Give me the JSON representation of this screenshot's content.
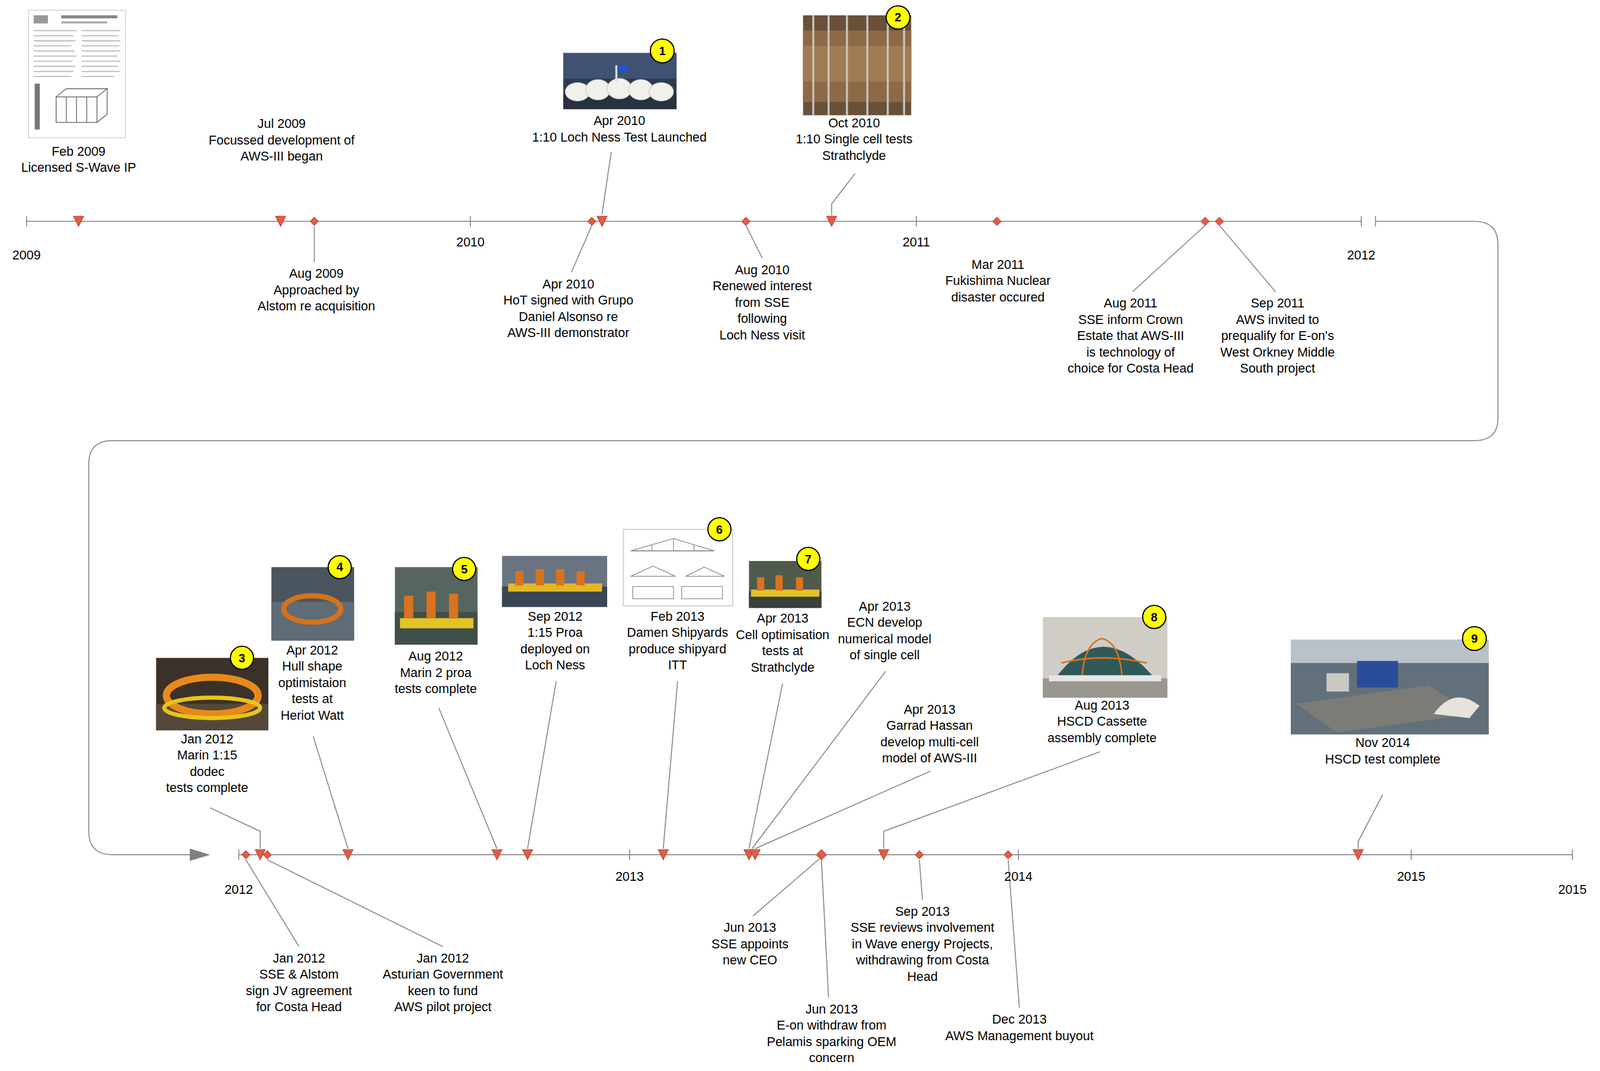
{
  "diagram": {
    "nodes": [
      {
        "text": [
          "1"
        ]
      },
      {
        "text": [
          "2"
        ]
      },
      {
        "text": [
          "3"
        ]
      },
      {
        "text": [
          "4"
        ]
      },
      {
        "text": [
          "5"
        ]
      },
      {
        "text": [
          "6"
        ]
      },
      {
        "text": [
          "7"
        ]
      },
      {
        "text": [
          "8"
        ]
      },
      {
        "text": [
          "9"
        ]
      }
    ],
    "labels": [
      "Feb 2009 Licensed S-Wave IP",
      "Jul 2009 Focussed development of AWS-III began",
      "Aug 2009 Approached by Alstom re acquisition",
      "Apr 2010 1:10 Loch Ness Test Launched",
      "Apr 2010 HoT signed with Grupo Daniel Alsonso re AWS-III demonstrator",
      "Aug 2010 Renewed interest from SSE following Loch Ness visit",
      "Oct 2010 1:10 Single cell tests Strathclyde",
      "Mar 2011 Fukishima Nuclear disaster occured",
      "Aug 2011 SSE inform Crown Estate that AWS-III is technology of choice for Costa Head",
      "Sep 2011 AWS invited to prequalify for E-on's West Orkney Middle South project",
      "2009",
      "2010",
      "2011",
      "2012",
      "Jan 2012 Marin 1:15 dodec tests complete",
      "Apr 2012 Hull shape optimistaion tests at Heriot Watt",
      "Aug 2012 Marin 2 proa tests complete",
      "Sep 2012 1:15 Proa deployed on Loch Ness",
      "Feb 2013 Damen Shipyards produce shipyard ITT",
      "Apr 2013 Cell optimisation tests at Strathclyde",
      "Apr 2013 ECN develop numerical model of single cell",
      "Apr 2013 Garrad Hassan develop multi-cell model of AWS-III",
      "Aug 2013 HSCD Cassette assembly complete",
      "Nov 2014 HSCD test complete",
      "Jan 2012 SSE & Alstom sign JV agreement for Costa Head",
      "Jan 2012 Asturian Government keen to fund AWS pilot project",
      "Jun 2013 SSE appoints new CEO",
      "Jun 2013 E-on withdraw from Pelamis sparking OEM concern",
      "Sep 2013 SSE reviews involvement in Wave energy Projects, withdrawing from Costa Head",
      "Dec 2013 AWS Management buyout",
      "2012",
      "2013",
      "2014",
      "2015",
      "2015"
    ]
  }
}
